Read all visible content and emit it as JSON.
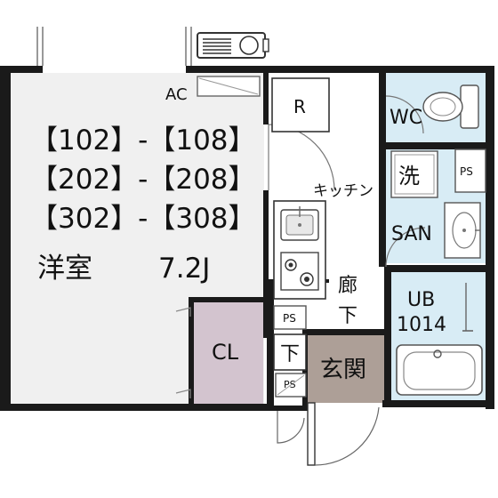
{
  "colors": {
    "wall": "#1a1a1a",
    "floor_room": "#f0f0f0",
    "floor_wet": "#d8ecf5",
    "floor_closet": "#d3c4cf",
    "floor_entry": "#ad9f97",
    "fixture": "#9a9a9a"
  },
  "units": {
    "row1": "【102】-【108】",
    "row2": "【202】-【208】",
    "row3": "【302】-【308】"
  },
  "rooms": {
    "western": "洋室",
    "western_size": "7.2J",
    "kitchen": "キッチン",
    "corridor": "廊下",
    "entrance": "玄関",
    "closet": "CL",
    "wc": "WC",
    "washer": "洗",
    "san": "SAN",
    "ub_model": "UB",
    "ub_size": "1014",
    "fridge": "R",
    "shoe": "下",
    "ac": "AC",
    "ps1": "PS",
    "ps2": "PS",
    "ps3": "PS"
  }
}
